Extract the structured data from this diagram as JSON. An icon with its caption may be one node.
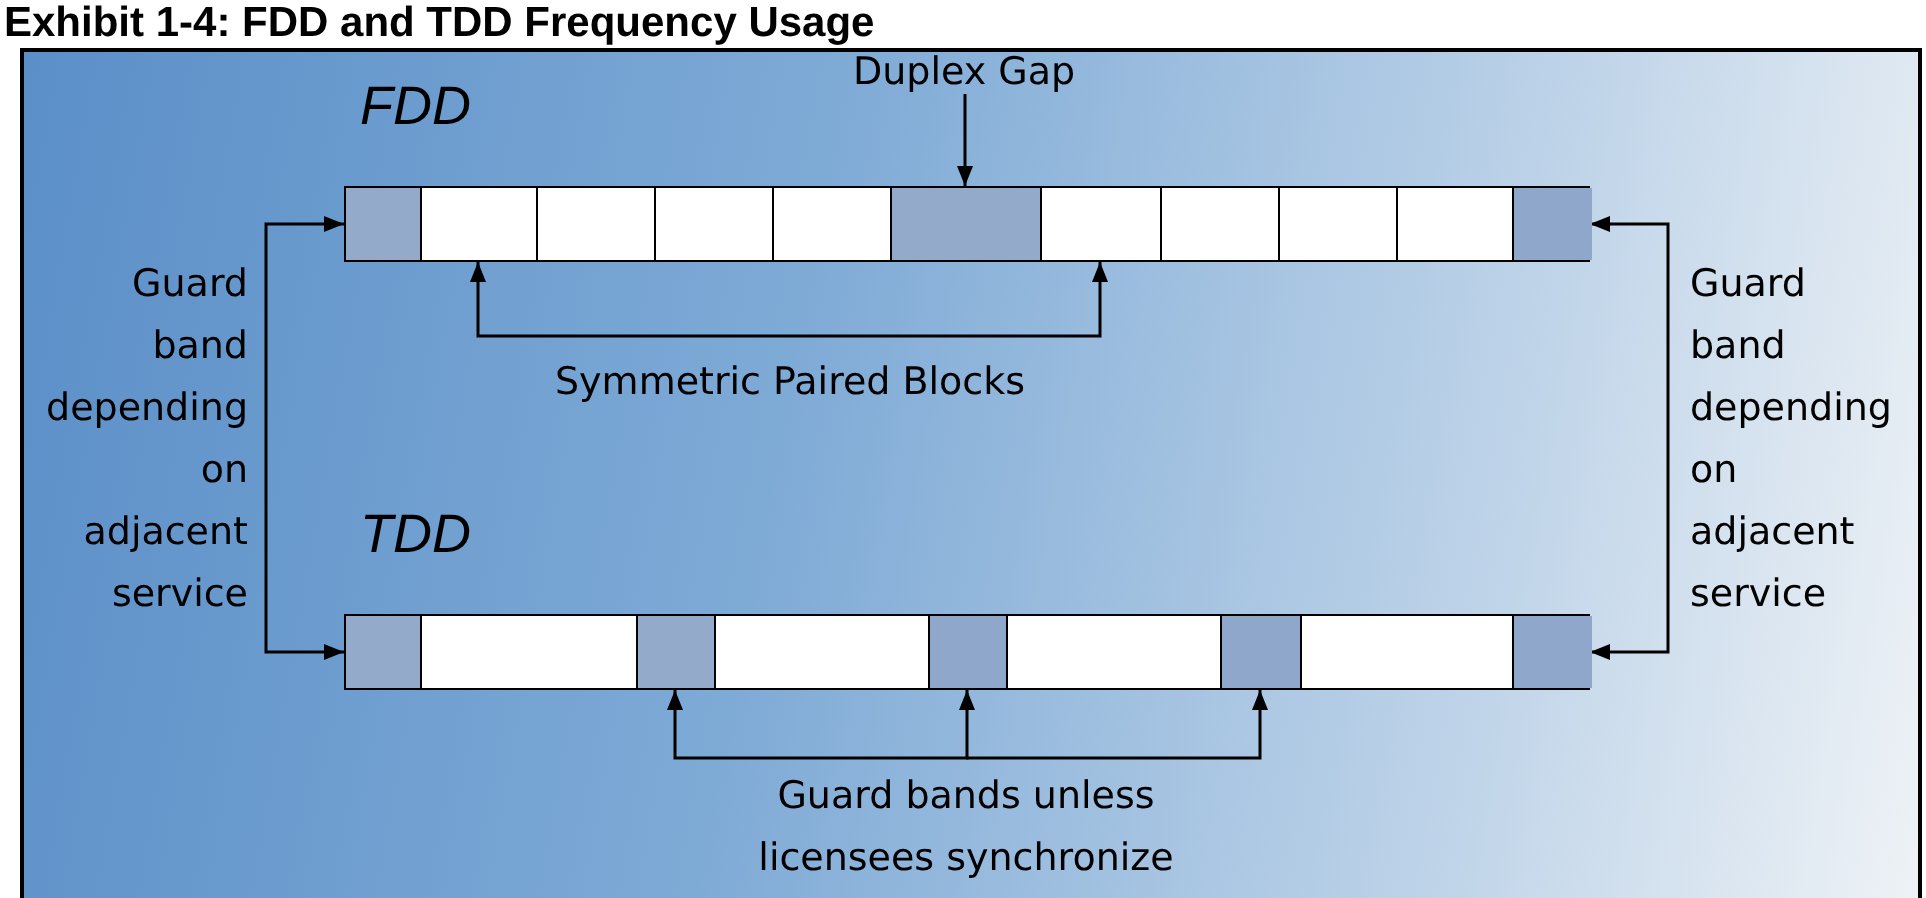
{
  "diagram": {
    "title": "Exhibit 1-4: FDD and TDD Frequency Usage",
    "nodes": [
      {
        "text": [
          "FDD"
        ]
      },
      {
        "text": [],
        "shape": "box",
        "in": 0
      },
      {
        "text": [],
        "shape": "box",
        "in": 0
      },
      {
        "text": [],
        "shape": "box",
        "in": 0
      },
      {
        "text": [],
        "shape": "box",
        "in": 0
      },
      {
        "text": [],
        "shape": "box",
        "in": 0
      },
      {
        "text": [],
        "shape": "box",
        "in": 0
      },
      {
        "text": [],
        "shape": "box",
        "in": 0
      },
      {
        "text": [],
        "shape": "box",
        "in": 0
      },
      {
        "text": [],
        "shape": "box",
        "in": 0
      },
      {
        "text": [],
        "shape": "box",
        "in": 0
      },
      {
        "text": [],
        "shape": "box",
        "in": 0
      },
      {
        "text": [
          "TDD"
        ]
      },
      {
        "text": [],
        "shape": "box",
        "in": 12
      },
      {
        "text": [],
        "shape": "box",
        "in": 12
      },
      {
        "text": [],
        "shape": "box",
        "in": 12
      },
      {
        "text": [],
        "shape": "box",
        "in": 12
      },
      {
        "text": [],
        "shape": "box",
        "in": 12
      },
      {
        "text": [],
        "shape": "box",
        "in": 12
      },
      {
        "text": [],
        "shape": "box",
        "in": 12
      },
      {
        "text": [],
        "shape": "box",
        "in": 12
      },
      {
        "text": [],
        "shape": "box",
        "in": 12
      },
      {
        "text": [
          "Duplex Gap"
        ]
      },
      {
        "text": [
          "Symmetric Paired Blocks"
        ]
      },
      {
        "text": [
          "Guard band depending on adjacent service"
        ]
      },
      {
        "text": [
          "Guard band depending on adjacent service"
        ]
      },
      {
        "text": [
          "Guard bands unless licensees synchronize"
        ]
      }
    ],
    "edges": [
      {
        "from": 22,
        "to": 6,
        "arrow": "to"
      },
      {
        "from": 23,
        "to": 2,
        "arrow": "to"
      },
      {
        "from": 23,
        "to": 7,
        "arrow": "to"
      },
      {
        "from": 24,
        "to": 1,
        "arrow": "to"
      },
      {
        "from": 24,
        "to": 13,
        "arrow": "to"
      },
      {
        "from": 25,
        "to": 11,
        "arrow": "to"
      },
      {
        "from": 25,
        "to": 21,
        "arrow": "to"
      },
      {
        "from": 26,
        "to": 15,
        "arrow": "to"
      },
      {
        "from": 26,
        "to": 17,
        "arrow": "to"
      },
      {
        "from": 26,
        "to": 19,
        "arrow": "to"
      }
    ]
  }
}
